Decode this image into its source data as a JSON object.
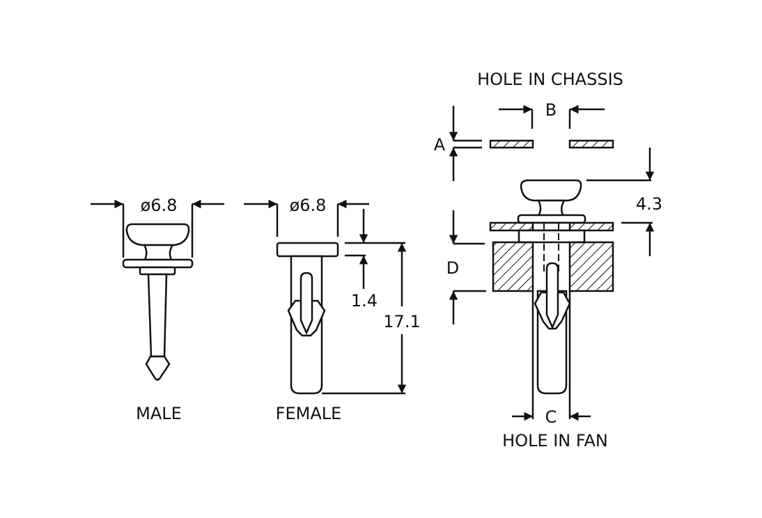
{
  "labels": {
    "male": "MALE",
    "female": "FEMALE",
    "hole_in_chassis": "HOLE IN CHASSIS",
    "hole_in_fan": "HOLE IN FAN"
  },
  "dimensions": {
    "male_diameter": "ø6.8",
    "female_diameter": "ø6.8",
    "female_head_thickness": "1.4",
    "female_length": "17.1",
    "a": "A",
    "b": "B",
    "c": "C",
    "d": "D",
    "knob_height": "4.3"
  }
}
